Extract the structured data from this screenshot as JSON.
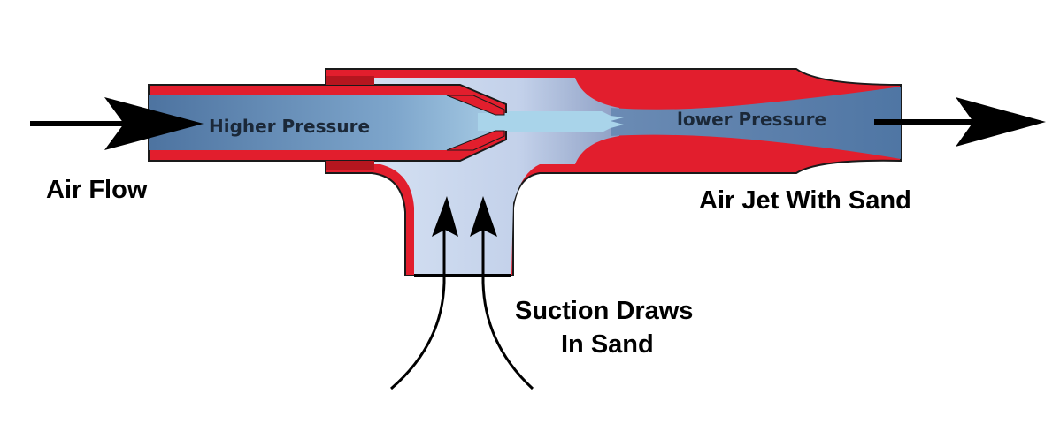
{
  "labels": {
    "higher_pressure": "Higher Pressure",
    "lower_pressure": "lower Pressure",
    "air_flow": "Air Flow",
    "air_jet": "Air Jet With Sand",
    "suction_line1": "Suction Draws",
    "suction_line2": "In Sand"
  },
  "colors": {
    "wall": "#e21e2d",
    "pipe_blue": "#5a7fa8",
    "chamber": "#c8d6ec",
    "jet": "#a9d4ea",
    "outline": "#1a1a1a"
  }
}
